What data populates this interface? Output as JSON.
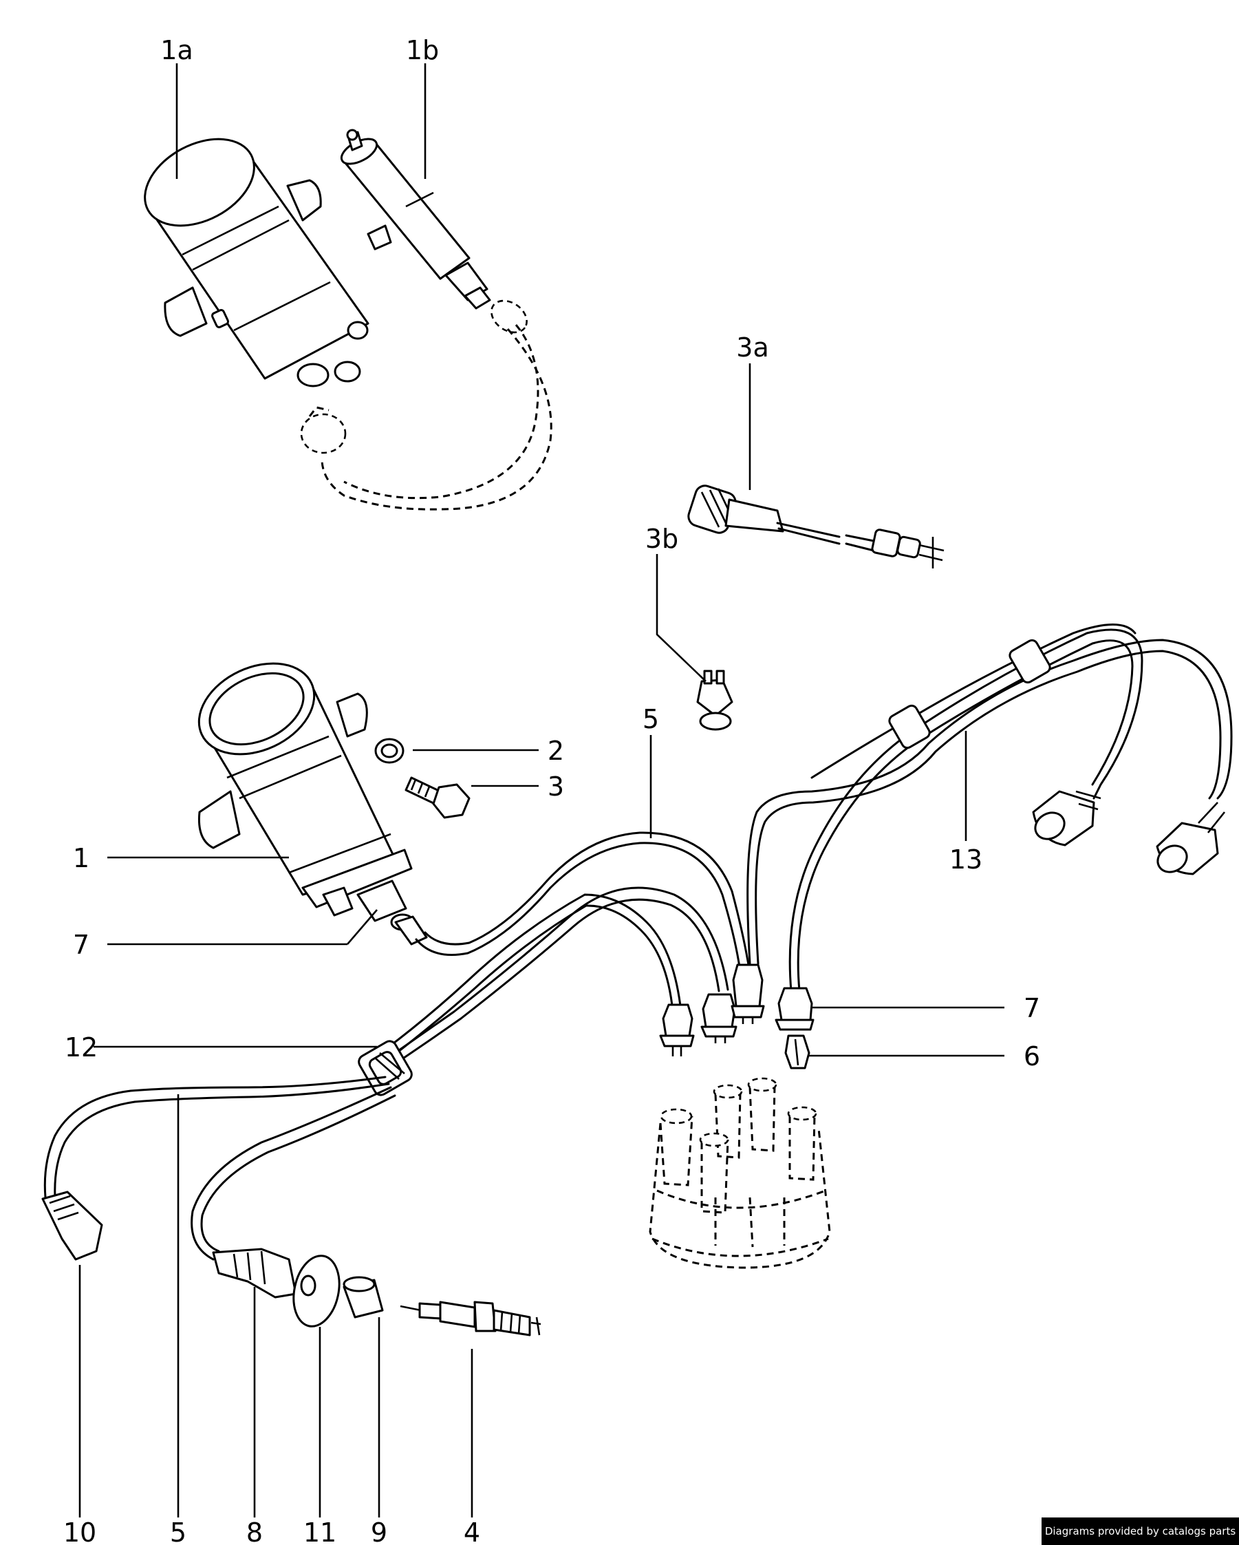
{
  "labels": {
    "l1a": "1a",
    "l1b": "1b",
    "l3a": "3a",
    "l3b": "3b",
    "l5top": "5",
    "l2": "2",
    "l3": "3",
    "l13": "13",
    "l1": "1",
    "l7left": "7",
    "l7right": "7",
    "l12": "12",
    "l6": "6",
    "l10": "10",
    "l5bottom": "5",
    "l8": "8",
    "l11": "11",
    "l9": "9",
    "l4": "4"
  },
  "credit": "Diagrams provided by catalogs parts"
}
